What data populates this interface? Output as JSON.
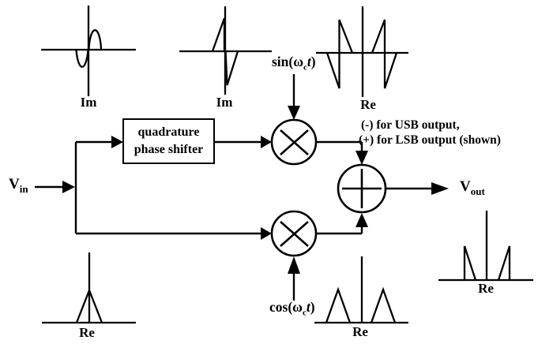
{
  "colors": {
    "ink": "#000000",
    "background": "#ffffff"
  },
  "io": {
    "vin": {
      "base": "V",
      "sub": "in"
    },
    "vout": {
      "base": "V",
      "sub": "out"
    }
  },
  "blocks": {
    "quadrature_phase_shifter": {
      "line1": "quadrature",
      "line2": "phase shifter"
    }
  },
  "oscillators": {
    "sin": {
      "pre": "sin(ω",
      "sub": "c",
      "var": "t",
      "close": ")"
    },
    "cos": {
      "pre": "cos(ω",
      "sub": "c",
      "var": "t",
      "close": ")"
    }
  },
  "note": {
    "line1": "(-) for USB output,",
    "line2": "(+) for LSB output (shown)"
  },
  "spectra": {
    "top_left": {
      "axis_label": "Im"
    },
    "top_middle": {
      "axis_label": "Im"
    },
    "top_right": {
      "axis_label": "Re"
    },
    "bottom_left": {
      "axis_label": "Re"
    },
    "bottom_middle": {
      "axis_label": "Re"
    },
    "bottom_right": {
      "axis_label": "Re"
    }
  }
}
